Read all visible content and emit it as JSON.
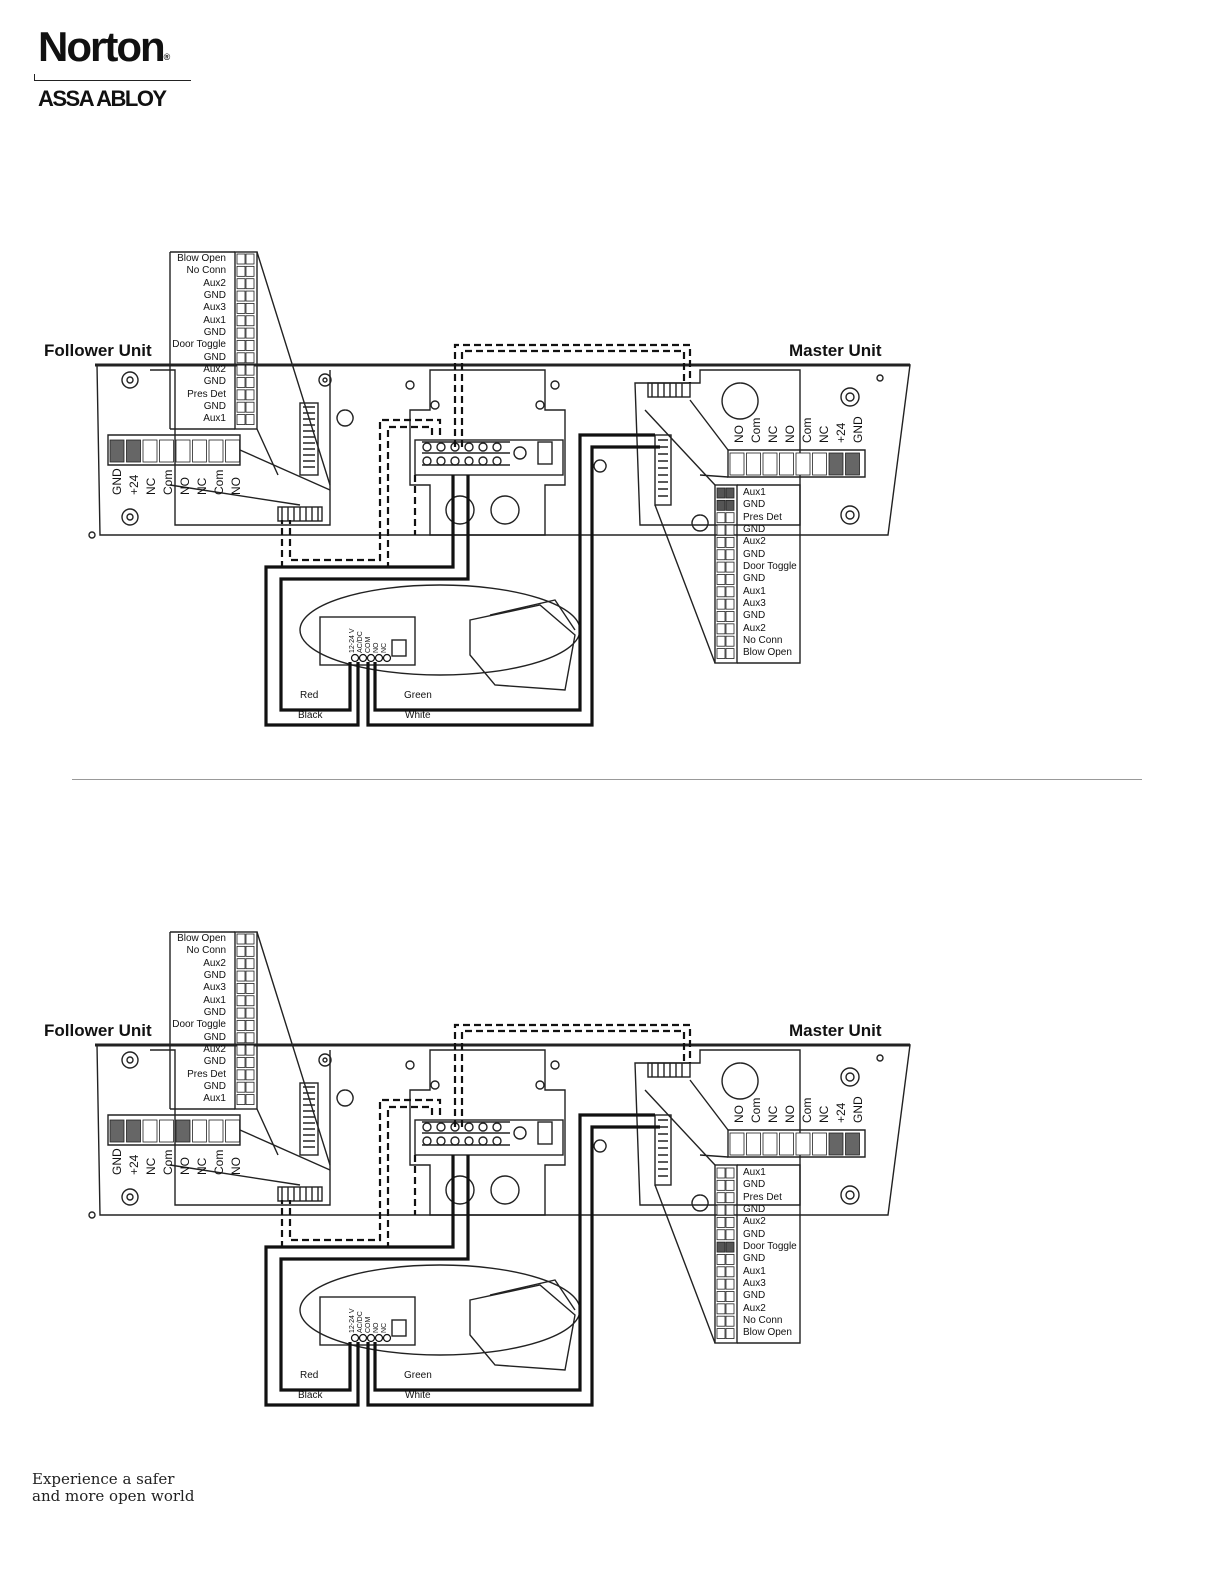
{
  "brand": {
    "name": "Norton",
    "registered": "®",
    "sub": "ASSA ABLOY"
  },
  "tagline": {
    "line1": "Experience a safer",
    "line2": "and more open world"
  },
  "diagrams": [
    {
      "follower_label": "Follower Unit",
      "master_label": "Master Unit",
      "follower_terminals": [
        "Blow Open",
        "No Conn",
        "Aux2",
        "GND",
        "Aux3",
        "Aux1",
        "GND",
        "Door Toggle",
        "GND",
        "Aux2",
        "GND",
        "Pres Det",
        "GND",
        "Aux1"
      ],
      "master_terminals": [
        "Aux1",
        "GND",
        "Pres Det",
        "GND",
        "Aux2",
        "GND",
        "Door Toggle",
        "GND",
        "Aux1",
        "Aux3",
        "GND",
        "Aux2",
        "No Conn",
        "Blow Open"
      ],
      "follower_power": [
        "GND",
        "+24",
        "NC",
        "Com",
        "NO",
        "NC",
        "Com",
        "NO"
      ],
      "master_power": [
        "NO",
        "Com",
        "NC",
        "NO",
        "Com",
        "NC",
        "+24",
        "GND"
      ],
      "sensor_pins": [
        "12-24 V",
        "AC/DC",
        "COM",
        "NO",
        "NC"
      ],
      "wires": {
        "red": "Red",
        "black": "Black",
        "green": "Green",
        "white": "White"
      }
    },
    {
      "follower_label": "Follower Unit",
      "master_label": "Master Unit",
      "follower_terminals": [
        "Blow Open",
        "No Conn",
        "Aux2",
        "GND",
        "Aux3",
        "Aux1",
        "GND",
        "Door Toggle",
        "GND",
        "Aux2",
        "GND",
        "Pres Det",
        "GND",
        "Aux1"
      ],
      "master_terminals": [
        "Aux1",
        "GND",
        "Pres Det",
        "GND",
        "Aux2",
        "GND",
        "Door Toggle",
        "GND",
        "Aux1",
        "Aux3",
        "GND",
        "Aux2",
        "No Conn",
        "Blow Open"
      ],
      "follower_power": [
        "GND",
        "+24",
        "NC",
        "Com",
        "NO",
        "NC",
        "Com",
        "NO"
      ],
      "master_power": [
        "NO",
        "Com",
        "NC",
        "NO",
        "Com",
        "NC",
        "+24",
        "GND"
      ],
      "sensor_pins": [
        "12-24 V",
        "AC/DC",
        "COM",
        "NO",
        "NC"
      ],
      "wires": {
        "red": "Red",
        "black": "Black",
        "green": "Green",
        "white": "White"
      }
    }
  ]
}
